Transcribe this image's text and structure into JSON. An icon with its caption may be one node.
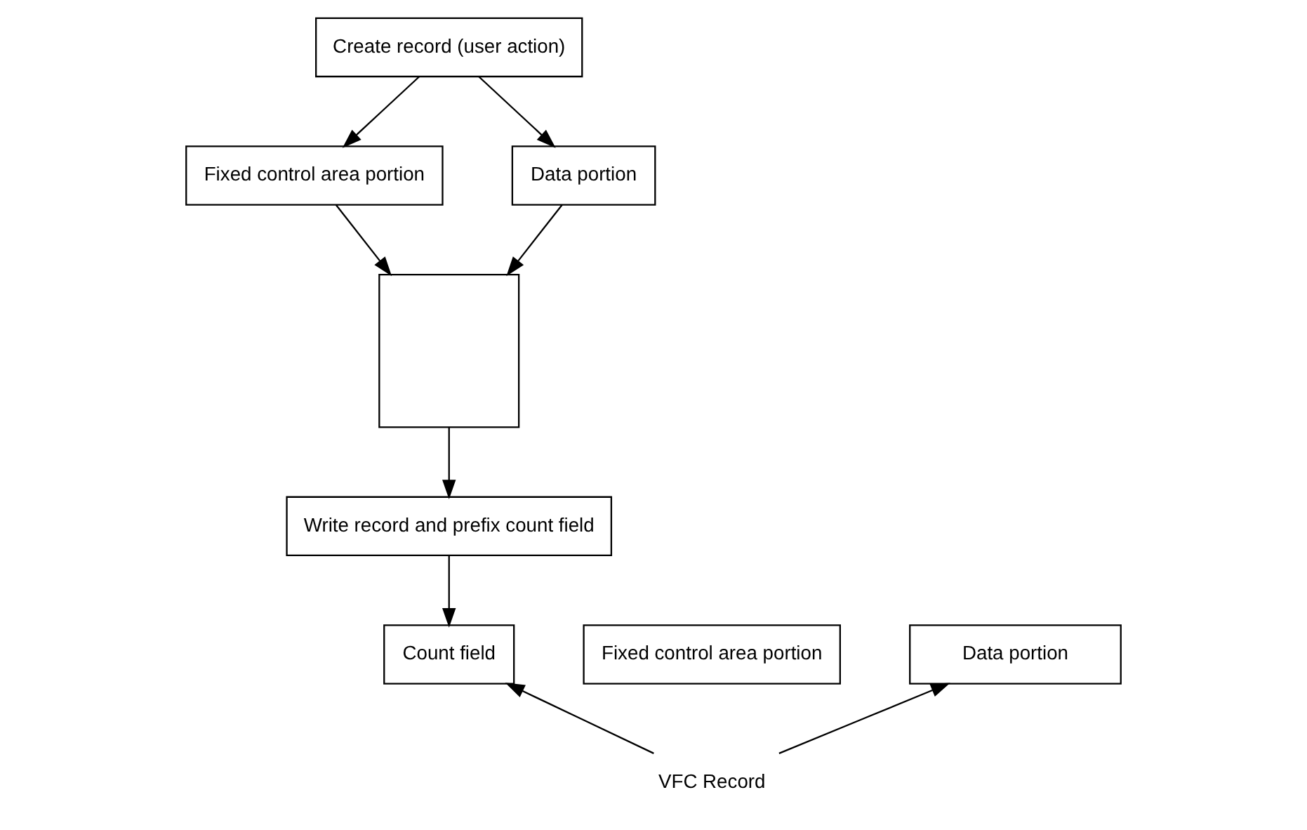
{
  "diagram": {
    "nodes": [
      {
        "text": [
          "Create record (user action)"
        ]
      },
      {
        "text": [
          "Fixed control area portion"
        ]
      },
      {
        "text": [
          "Data portion"
        ]
      },
      {
        "text": [],
        "shape": "box"
      },
      {
        "text": [
          "Write record and prefix count field"
        ]
      },
      {
        "text": [
          "Count field"
        ]
      },
      {
        "text": [
          "Fixed control area portion"
        ]
      },
      {
        "text": [
          "Data portion"
        ]
      },
      {
        "text": [
          "VFC Record"
        ]
      }
    ],
    "edges": [
      {
        "from": 0,
        "to": 1,
        "arrow": "to"
      },
      {
        "from": 0,
        "to": 2,
        "arrow": "to"
      },
      {
        "from": 1,
        "to": 3,
        "arrow": "to"
      },
      {
        "from": 2,
        "to": 3,
        "arrow": "to"
      },
      {
        "from": 3,
        "to": 4,
        "arrow": "to"
      },
      {
        "from": 4,
        "to": 5,
        "arrow": "to"
      },
      {
        "from": 8,
        "to": 5,
        "arrow": "to"
      },
      {
        "from": 8,
        "to": 7,
        "arrow": "to"
      }
    ]
  }
}
